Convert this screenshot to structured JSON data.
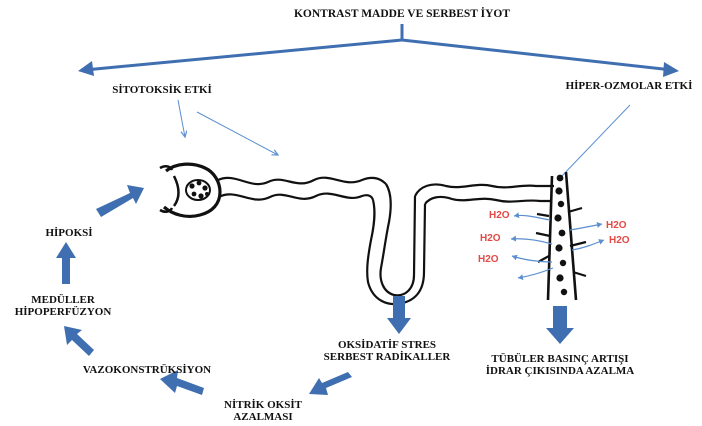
{
  "title": "KONTRAST MADDE VE SERBEST İYOT",
  "effects": {
    "cytotoxic": "SİTOTOKSİK ETKİ",
    "hyperosmolar": "HİPER-OZMOLAR ETKİ"
  },
  "cycle": {
    "hypoxia": "HİPOKSİ",
    "hypoperfusion_line1": "MEDÜLLER",
    "hypoperfusion_line2": "HİPOPERFÜZYON",
    "vasoconstriction": "VAZOKONSTRÜKSİYON",
    "no_line1": "NİTRİK OKSİT",
    "no_line2": "AZALMASI",
    "oxidative_line1": "OKSİDATİF STRES",
    "oxidative_line2": "SERBEST RADİKALLER"
  },
  "tubular": {
    "line1": "TÜBÜLER BASINÇ ARTIŞI",
    "line2": "İDRAR ÇIKISINDA AZALMA"
  },
  "water": {
    "label": "H2O"
  },
  "colors": {
    "arrow_blue": "#3f6fb0",
    "line_blue": "#5b8fd0",
    "h2o_red": "#e14b46",
    "nephron_black": "#111111"
  }
}
